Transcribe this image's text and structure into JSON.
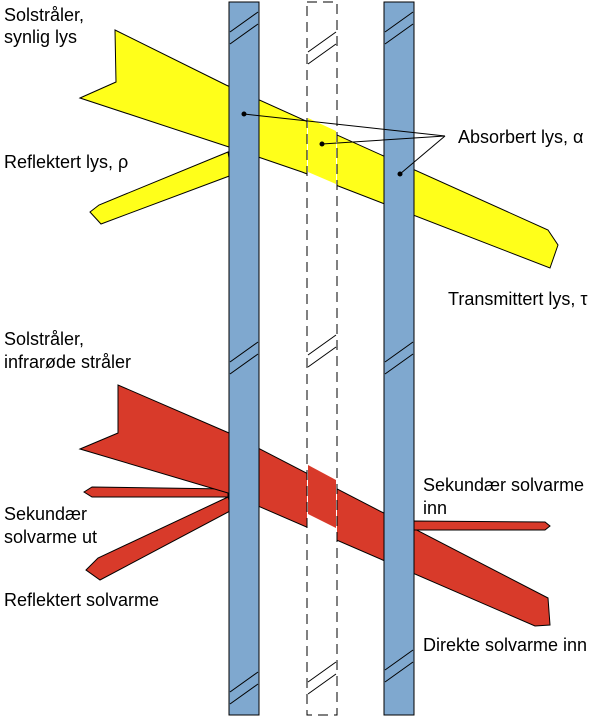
{
  "labels": {
    "solar_visible_1": "Solstråler,",
    "solar_visible_2": "synlig lys",
    "reflected_light": "Reflektert lys, ρ",
    "absorbed_light": "Absorbert lys, α",
    "transmitted_light": "Transmittert lys, τ",
    "solar_ir_1": "Solstråler,",
    "solar_ir_2": "infrarøde stråler",
    "secondary_out_1": "Sekundær",
    "secondary_out_2": "solvarme ut",
    "reflected_heat": "Reflektert solvarme",
    "secondary_in_1": "Sekundær solvarme",
    "secondary_in_2": "inn",
    "direct_heat_in": "Direkte solvarme inn"
  },
  "colors": {
    "visible_light": "#ffff1a",
    "infrared": "#d83a2a",
    "glass": "#7fa8cf",
    "outline": "#000000"
  }
}
